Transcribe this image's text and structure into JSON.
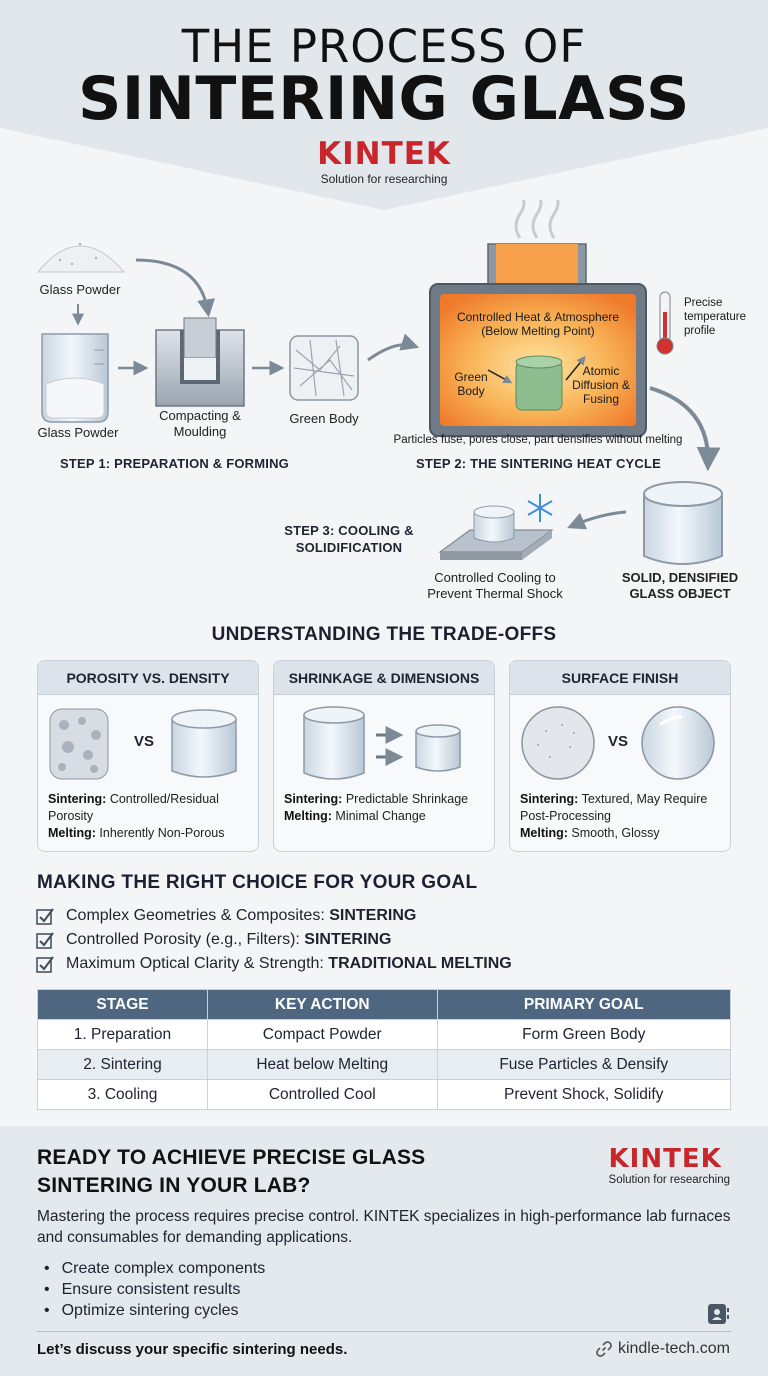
{
  "header": {
    "title_line1": "THE PROCESS OF",
    "title_line2": "SINTERING GLASS",
    "logo": "KINTEK",
    "tagline": "Solution for researching"
  },
  "process": {
    "glass_powder_top": "Glass Powder",
    "glass_powder_beaker": "Glass Powder",
    "compacting": "Compacting & Moulding",
    "green_body": "Green Body",
    "step1": "STEP 1: PREPARATION & FORMING",
    "furnace_title": "Controlled Heat & Atmosphere (Below Melting Point)",
    "furnace_green_body": "Green Body",
    "furnace_diffusion": "Atomic Diffusion & Fusing",
    "thermometer_label": "Precise temperature profile",
    "furnace_caption": "Particles fuse, pores close, part densifies without melting",
    "step2": "STEP 2: THE SINTERING HEAT CYCLE",
    "step3": "STEP 3: COOLING & SOLIDIFICATION",
    "cooling_label": "Controlled Cooling to Prevent Thermal Shock",
    "solid_label": "SOLID, DENSIFIED GLASS OBJECT"
  },
  "tradeoffs": {
    "heading": "UNDERSTANDING THE TRADE-OFFS",
    "vs": "VS",
    "cards": [
      {
        "title": "POROSITY VS. DENSITY",
        "sinter_label": "Sintering:",
        "sinter_text": "Controlled/Residual Porosity",
        "melt_label": "Melting:",
        "melt_text": "Inherently Non-Porous"
      },
      {
        "title": "SHRINKAGE & DIMENSIONS",
        "sinter_label": "Sintering:",
        "sinter_text": "Predictable Shrinkage",
        "melt_label": "Melting:",
        "melt_text": "Minimal Change"
      },
      {
        "title": "SURFACE FINISH",
        "sinter_label": "Sintering:",
        "sinter_text": "Textured, May Require Post-Processing",
        "melt_label": "Melting:",
        "melt_text": "Smooth, Glossy"
      }
    ]
  },
  "goals": {
    "heading": "MAKING THE RIGHT CHOICE FOR YOUR GOAL",
    "items": [
      {
        "text": "Complex Geometries & Composites: ",
        "choice": "SINTERING"
      },
      {
        "text": "Controlled Porosity (e.g., Filters): ",
        "choice": "SINTERING"
      },
      {
        "text": "Maximum Optical Clarity & Strength: ",
        "choice": "TRADITIONAL MELTING"
      }
    ]
  },
  "table": {
    "headers": [
      "STAGE",
      "KEY ACTION",
      "PRIMARY GOAL"
    ],
    "rows": [
      [
        "1. Preparation",
        "Compact Powder",
        "Form Green Body"
      ],
      [
        "2. Sintering",
        "Heat below Melting",
        "Fuse Particles & Densify"
      ],
      [
        "3. Cooling",
        "Controlled Cool",
        "Prevent Shock, Solidify"
      ]
    ]
  },
  "cta": {
    "title": "READY TO ACHIEVE PRECISE GLASS SINTERING IN YOUR LAB?",
    "logo": "KINTEK",
    "tagline": "Solution for researching",
    "body": "Mastering the process requires precise control. KINTEK specializes in high-performance lab furnaces and consumables for demanding applications.",
    "bullets": [
      "Create complex components",
      "Ensure consistent results",
      "Optimize sintering cycles"
    ],
    "footer": "Let’s discuss your specific sintering needs.",
    "link": "kindle-tech.com"
  },
  "colors": {
    "brand_red": "#c8262b",
    "table_header": "#4e6680",
    "furnace_glow": "#f79a3c"
  }
}
